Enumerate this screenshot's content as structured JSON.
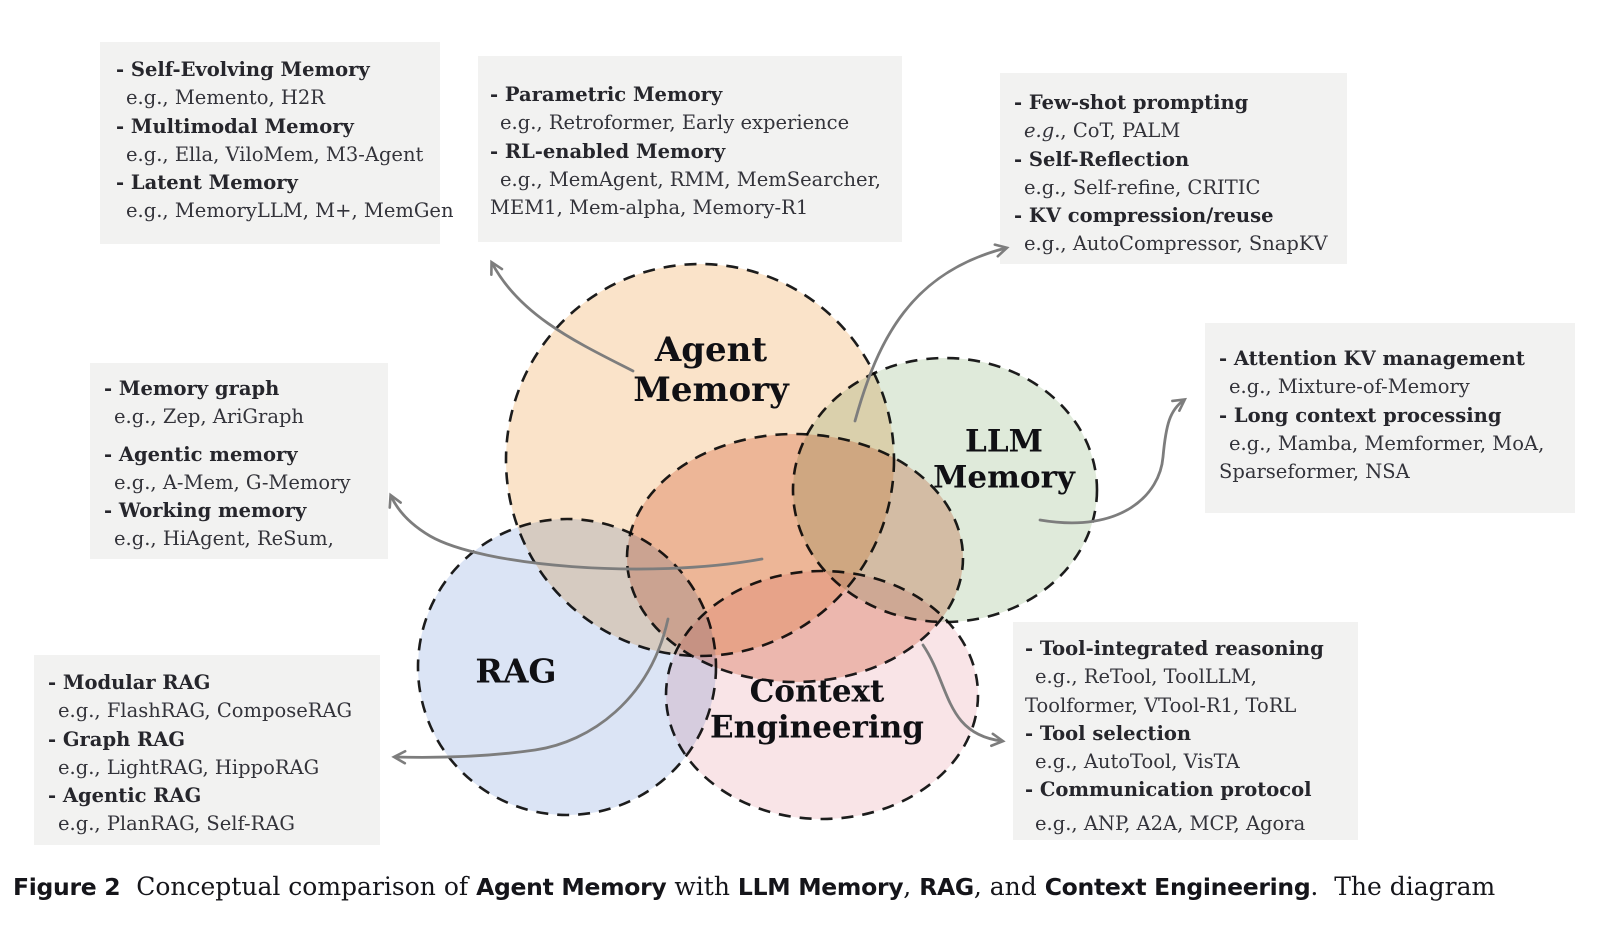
{
  "venn": {
    "circles": [
      {
        "name": "Agent Memory",
        "label_lines": [
          "Agent",
          "Memory"
        ],
        "fill": "#fae3c9"
      },
      {
        "name": "intersection-circle",
        "label_lines": [],
        "fill": "#f2cdc0"
      },
      {
        "name": "LLM Memory",
        "label_lines": [
          "LLM",
          "Memory"
        ],
        "fill": "#dfeada"
      },
      {
        "name": "RAG",
        "label_lines": [
          "RAG"
        ],
        "fill": "#dbe4f5"
      },
      {
        "name": "Context Engineering",
        "label_lines": [
          "Context",
          "Engineering"
        ],
        "fill": "#f9e4e7"
      }
    ],
    "stroke_color": "#1c1c1c",
    "arrow_color": "#7d7d7d"
  },
  "boxes": [
    {
      "id": "agent-memory-types-left",
      "items": [
        {
          "term": "- Self-Evolving Memory",
          "eg": "e.g., Memento, H2R"
        },
        {
          "term": "- Multimodal Memory",
          "eg": "e.g., Ella, ViloMem, M3-Agent"
        },
        {
          "term": "- Latent Memory",
          "eg": "e.g., MemoryLLM, M+, MemGen"
        }
      ]
    },
    {
      "id": "agent-memory-types-right",
      "items": [
        {
          "term": "- Parametric Memory",
          "eg": "e.g., Retroformer, Early experience"
        },
        {
          "term": "- RL-enabled Memory",
          "eg": "e.g., MemAgent, RMM, MemSearcher,\nMEM1, Mem-alpha, Memory-R1"
        }
      ]
    },
    {
      "id": "llm-memory-prompting",
      "items": [
        {
          "term": "- Few-shot prompting",
          "eg_i": "e.g.",
          "eg_r": ", CoT, PALM"
        },
        {
          "term": "- Self-Reflection",
          "eg": "e.g., Self-refine, CRITIC"
        },
        {
          "term": "- KV compression/reuse",
          "eg": "e.g., AutoCompressor, SnapKV"
        }
      ]
    },
    {
      "id": "llm-memory-context",
      "items": [
        {
          "term": "- Attention KV management",
          "eg": "e.g., Mixture-of-Memory"
        },
        {
          "term": "- Long context processing",
          "eg": "e.g., Mamba, Memformer, MoA,\nSparseformer, NSA"
        }
      ]
    },
    {
      "id": "agent-memory-structures",
      "items": [
        {
          "term": "- Memory graph",
          "eg": "e.g., Zep, AriGraph"
        },
        {
          "term": "- Agentic memory",
          "eg": "e.g., A-Mem, G-Memory"
        },
        {
          "term": "- Working memory",
          "eg": "e.g., HiAgent, ReSum,"
        }
      ]
    },
    {
      "id": "rag-types",
      "items": [
        {
          "term": "- Modular RAG",
          "eg": "e.g., FlashRAG, ComposeRAG"
        },
        {
          "term": "- Graph RAG",
          "eg": "e.g., LightRAG, HippoRAG"
        },
        {
          "term": "- Agentic RAG",
          "eg": "e.g., PlanRAG, Self-RAG"
        }
      ]
    },
    {
      "id": "context-engineering-tools",
      "items": [
        {
          "term": "- Tool-integrated reasoning",
          "eg": "e.g., ReTool, ToolLLM,\nToolformer, VTool-R1, ToRL"
        },
        {
          "term": "- Tool selection",
          "eg": "e.g., AutoTool, VisTA"
        },
        {
          "term": "- Communication protocol",
          "eg": "e.g., ANP, A2A, MCP, Agora"
        }
      ]
    }
  ],
  "caption": {
    "segments": [
      {
        "t": "Figure 2",
        "b": true
      },
      {
        "t": "  Conceptual comparison of "
      },
      {
        "t": "Agent Memory",
        "b": true
      },
      {
        "t": " with "
      },
      {
        "t": "LLM Memory",
        "b": true
      },
      {
        "t": ", "
      },
      {
        "t": "RAG",
        "b": true
      },
      {
        "t": ", and "
      },
      {
        "t": "Context Engineering",
        "b": true
      },
      {
        "t": ".  The diagram"
      }
    ]
  }
}
